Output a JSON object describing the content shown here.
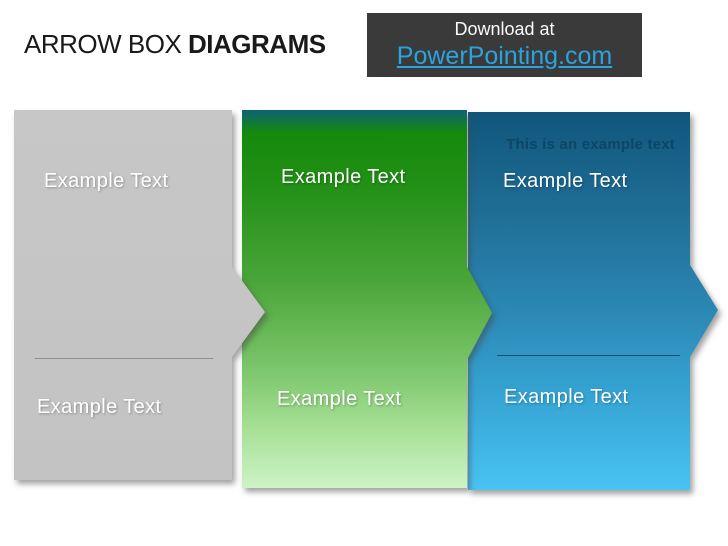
{
  "slide_title": {
    "regular": "ARROW BOX",
    "bold": "DIAGRAMS"
  },
  "download_banner": {
    "label": "Download at",
    "link_text": "PowerPointing.com"
  },
  "boxes": [
    {
      "color_name": "gray",
      "top_label": "Example Text",
      "bottom_label": "Example Text"
    },
    {
      "color_name": "green",
      "top_label": "Example Text",
      "bottom_label": "Example Text"
    },
    {
      "color_name": "blue",
      "note": "This is an example text",
      "top_label": "Example Text",
      "bottom_label": "Example Text"
    }
  ],
  "colors": {
    "gray_box": "#c5c5c5",
    "green_gradient_top": "#0e6176",
    "green_gradient_main": "#148a0c",
    "green_gradient_bottom": "#cdf3c6",
    "blue_gradient_top": "#10567c",
    "blue_gradient_bottom": "#48c3f3",
    "banner_background": "#3a3a3a",
    "link_blue": "#2ba3de",
    "note_blue": "#0d4765",
    "gray_divider": "#8f8f8f",
    "blue_divider": "#1b4c70"
  }
}
